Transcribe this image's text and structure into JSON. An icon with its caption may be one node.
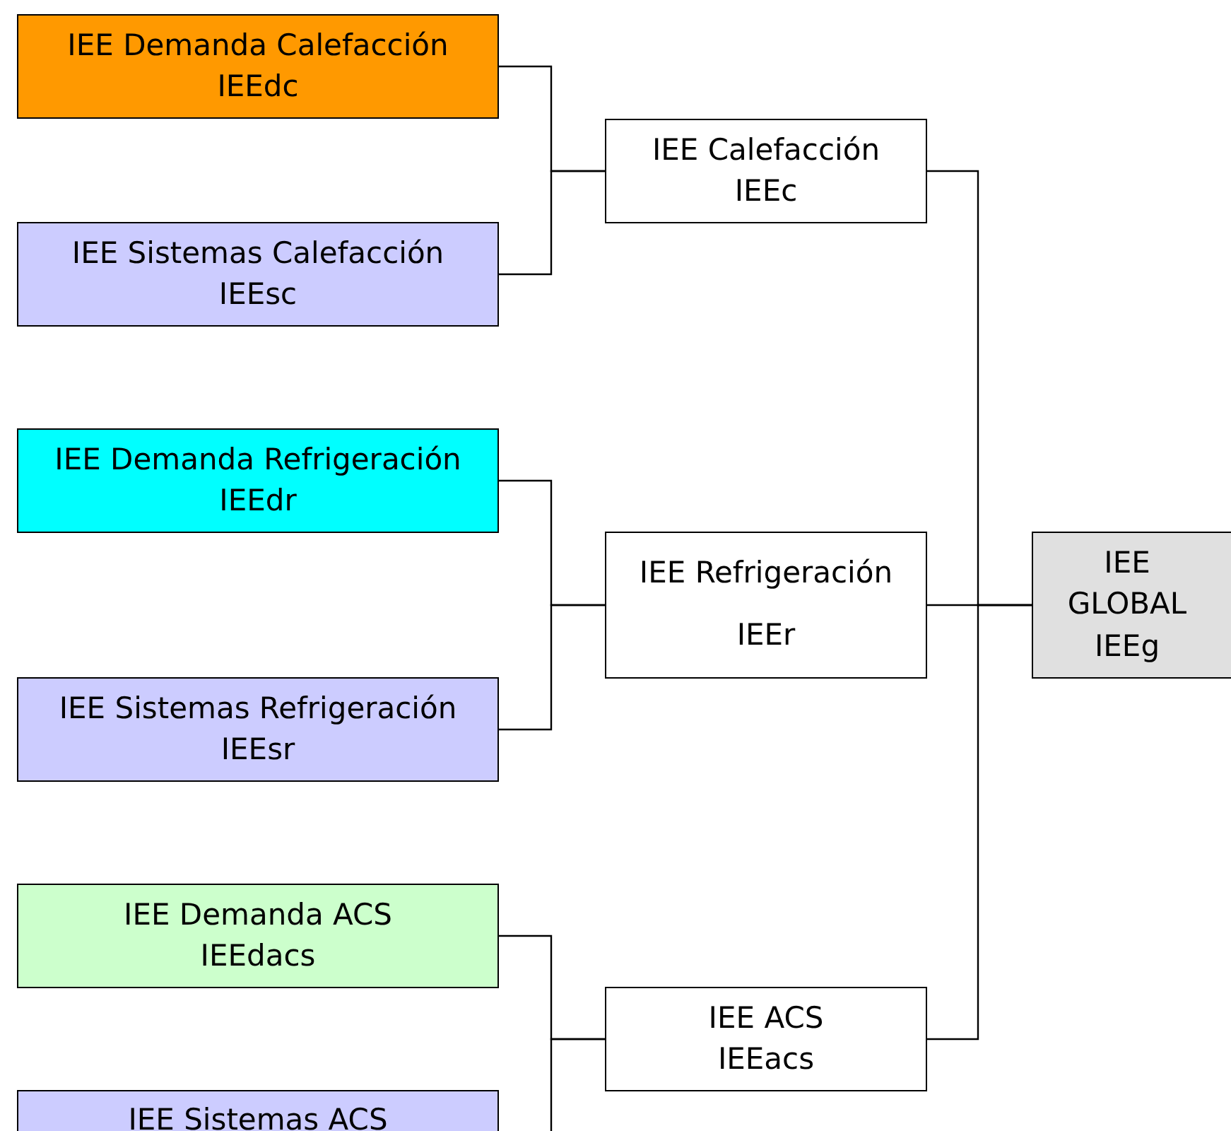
{
  "diagram": {
    "nodes": [
      {
        "text": [
          "IEE Demanda Calefacción",
          "IEEdc"
        ]
      },
      {
        "text": [
          "IEE Calefacción",
          "IEEc"
        ]
      },
      {
        "text": [
          "IEE Sistemas Calefacción",
          "IEEsc"
        ]
      },
      {
        "text": [
          "IEE Demanda Refrigeración",
          "IEEdr"
        ]
      },
      {
        "text": [
          "IEE Refrigeración",
          "IEEr"
        ]
      },
      {
        "text": [
          "IEE GLOBAL",
          "IEEg"
        ]
      },
      {
        "text": [
          "IEE Sistemas Refrigeración",
          "IEEsr"
        ]
      },
      {
        "text": [
          "IEE Demanda ACS",
          "IEEdacs"
        ]
      },
      {
        "text": [
          "IEE ACS",
          "IEEacs"
        ]
      },
      {
        "text": [
          "IEE Sistemas ACS"
        ]
      }
    ],
    "edges": [
      {
        "from": 0,
        "to": 1,
        "arrow": "none"
      },
      {
        "from": 2,
        "to": 1,
        "arrow": "none"
      },
      {
        "from": 3,
        "to": 4,
        "arrow": "none"
      },
      {
        "from": 6,
        "to": 4,
        "arrow": "none"
      },
      {
        "from": 7,
        "to": 8,
        "arrow": "none"
      },
      {
        "from": 9,
        "to": 8,
        "arrow": "none"
      },
      {
        "from": 1,
        "to": 5,
        "arrow": "none"
      },
      {
        "from": 4,
        "to": 5,
        "arrow": "none"
      },
      {
        "from": 8,
        "to": 5,
        "arrow": "none"
      }
    ]
  }
}
